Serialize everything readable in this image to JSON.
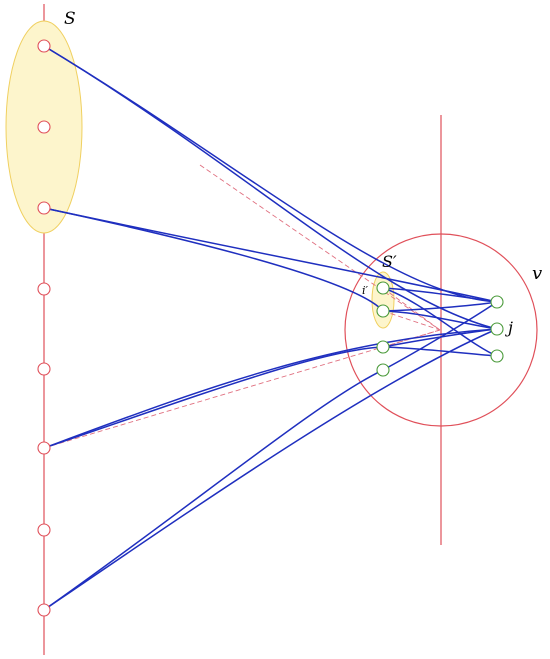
{
  "labels": {
    "S": "S",
    "S_prime": "S′",
    "v": "v",
    "i_prime": "i′",
    "j": "j"
  },
  "colors": {
    "red": "#e0505a",
    "yellow_fill": "#fdf5cc",
    "yellow_stroke": "#f0d060",
    "blue": "#1f2fbf",
    "green": "#4a9a3a",
    "dashed": "#e07080"
  }
}
